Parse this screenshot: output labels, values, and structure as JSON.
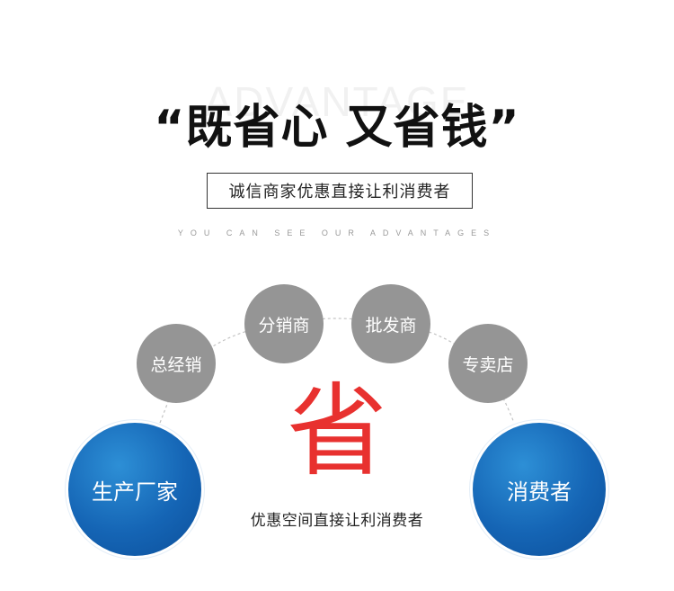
{
  "header": {
    "watermark": "ADVANTAGE",
    "title": "“既省心 又省钱”",
    "subtitle": "诚信商家优惠直接让利消费者",
    "tagline": "YOU CAN SEE OUR ADVANTAGES"
  },
  "flow": {
    "manufacturer": "生产厂家",
    "general_distributor": "总经销",
    "distributor": "分销商",
    "wholesaler": "批发商",
    "store": "专卖店",
    "consumer": "消费者"
  },
  "center": {
    "char": "省",
    "caption": "优惠空间直接让利消费者"
  },
  "colors": {
    "blue": "#1565b5",
    "gray": "#959595",
    "red": "#e8312f"
  }
}
